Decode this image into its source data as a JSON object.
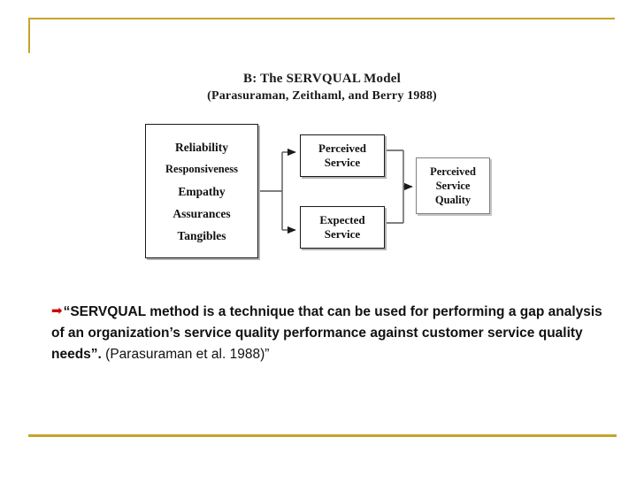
{
  "slide": {
    "accent_color": "#C6A42C",
    "background": "#ffffff"
  },
  "figure": {
    "title_line1": "B: The SERVQUAL Model",
    "title_line2": "(Parasuraman, Zeithaml, and Berry 1988)",
    "dimensions_box": {
      "items": [
        "Reliability",
        "Responsiveness",
        "Empathy",
        "Assurances",
        "Tangibles"
      ]
    },
    "perceived_service": {
      "line1": "Perceived",
      "line2": "Service"
    },
    "expected_service": {
      "line1": "Expected",
      "line2": "Service"
    },
    "perceived_service_quality": {
      "line1": "Perceived",
      "line2": "Service",
      "line3": "Quality"
    }
  },
  "body": {
    "bullet_glyph": "➡",
    "quote_text": "“SERVQUAL method is a technique that can be used for performing a gap analysis of an organization’s service quality performance against customer service quality needs”.",
    "citation": " (Parasuraman et al. 1988)”",
    "bullet_color": "#CC0000"
  }
}
